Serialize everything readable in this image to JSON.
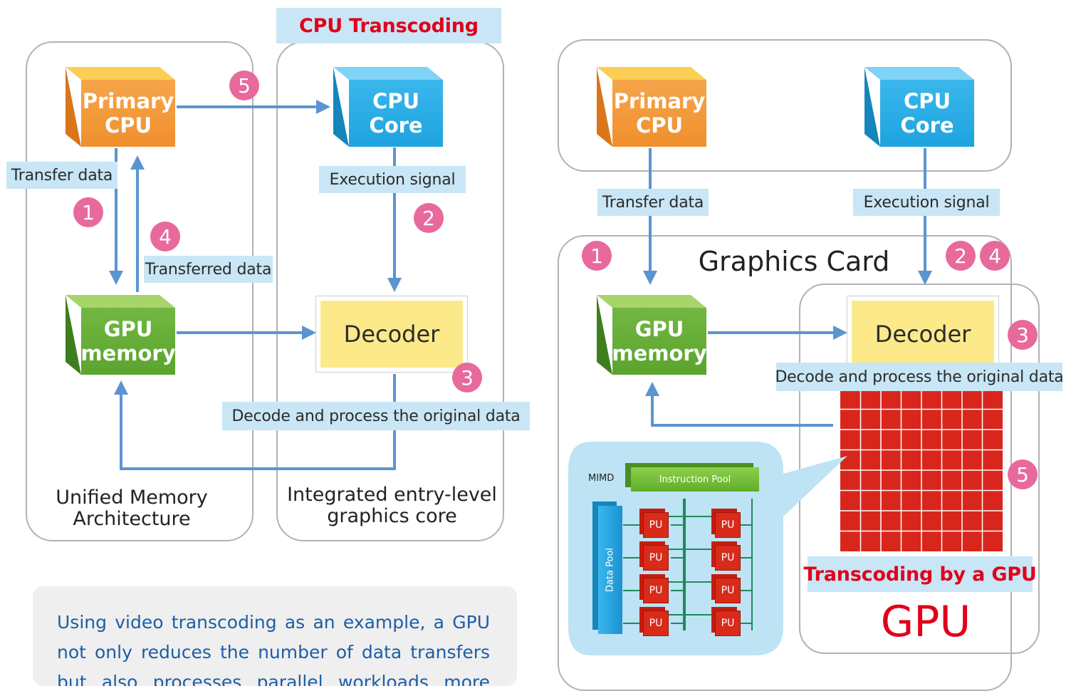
{
  "left": {
    "header": "CPU Transcoding",
    "primary_cpu": "Primary\nCPU",
    "cpu_core": "CPU\nCore",
    "gpu_memory": "GPU\nmemory",
    "decoder": "Decoder",
    "transfer_data": "Transfer data",
    "execution_signal": "Execution signal",
    "transferred_data": "Transferred data",
    "decode_process": "Decode and process the original data",
    "uma_caption_1": "Unified Memory",
    "uma_caption_2": "Architecture",
    "igc_caption_1": "Integrated entry-level",
    "igc_caption_2": "graphics core",
    "steps": [
      "1",
      "2",
      "3",
      "4",
      "5"
    ]
  },
  "right": {
    "primary_cpu": "Primary\nCPU",
    "cpu_core": "CPU\nCore",
    "gpu_memory": "GPU\nmemory",
    "decoder": "Decoder",
    "transfer_data": "Transfer data",
    "execution_signal": "Execution signal",
    "graphics_card": "Graphics Card",
    "decode_process": "Decode and process the original data",
    "transcoding_gpu": "Transcoding by a GPU",
    "gpu": "GPU",
    "steps": [
      "1",
      "2",
      "4",
      "3",
      "5"
    ],
    "inset": {
      "mimd": "MIMD",
      "instruction_pool": "Instruction Pool",
      "data_pool": "Data Pool",
      "pu": "PU"
    }
  },
  "note": {
    "text": "Using video transcoding as an example, a GPU not only reduces the number of data transfers but also processes parallel workloads more"
  },
  "colors": {
    "step_badge": "#e8699c",
    "label_bg": "#c8e6f5",
    "arrow": "#5b95cf",
    "red_title": "#e0001b",
    "grid_red": "#d9261c"
  }
}
